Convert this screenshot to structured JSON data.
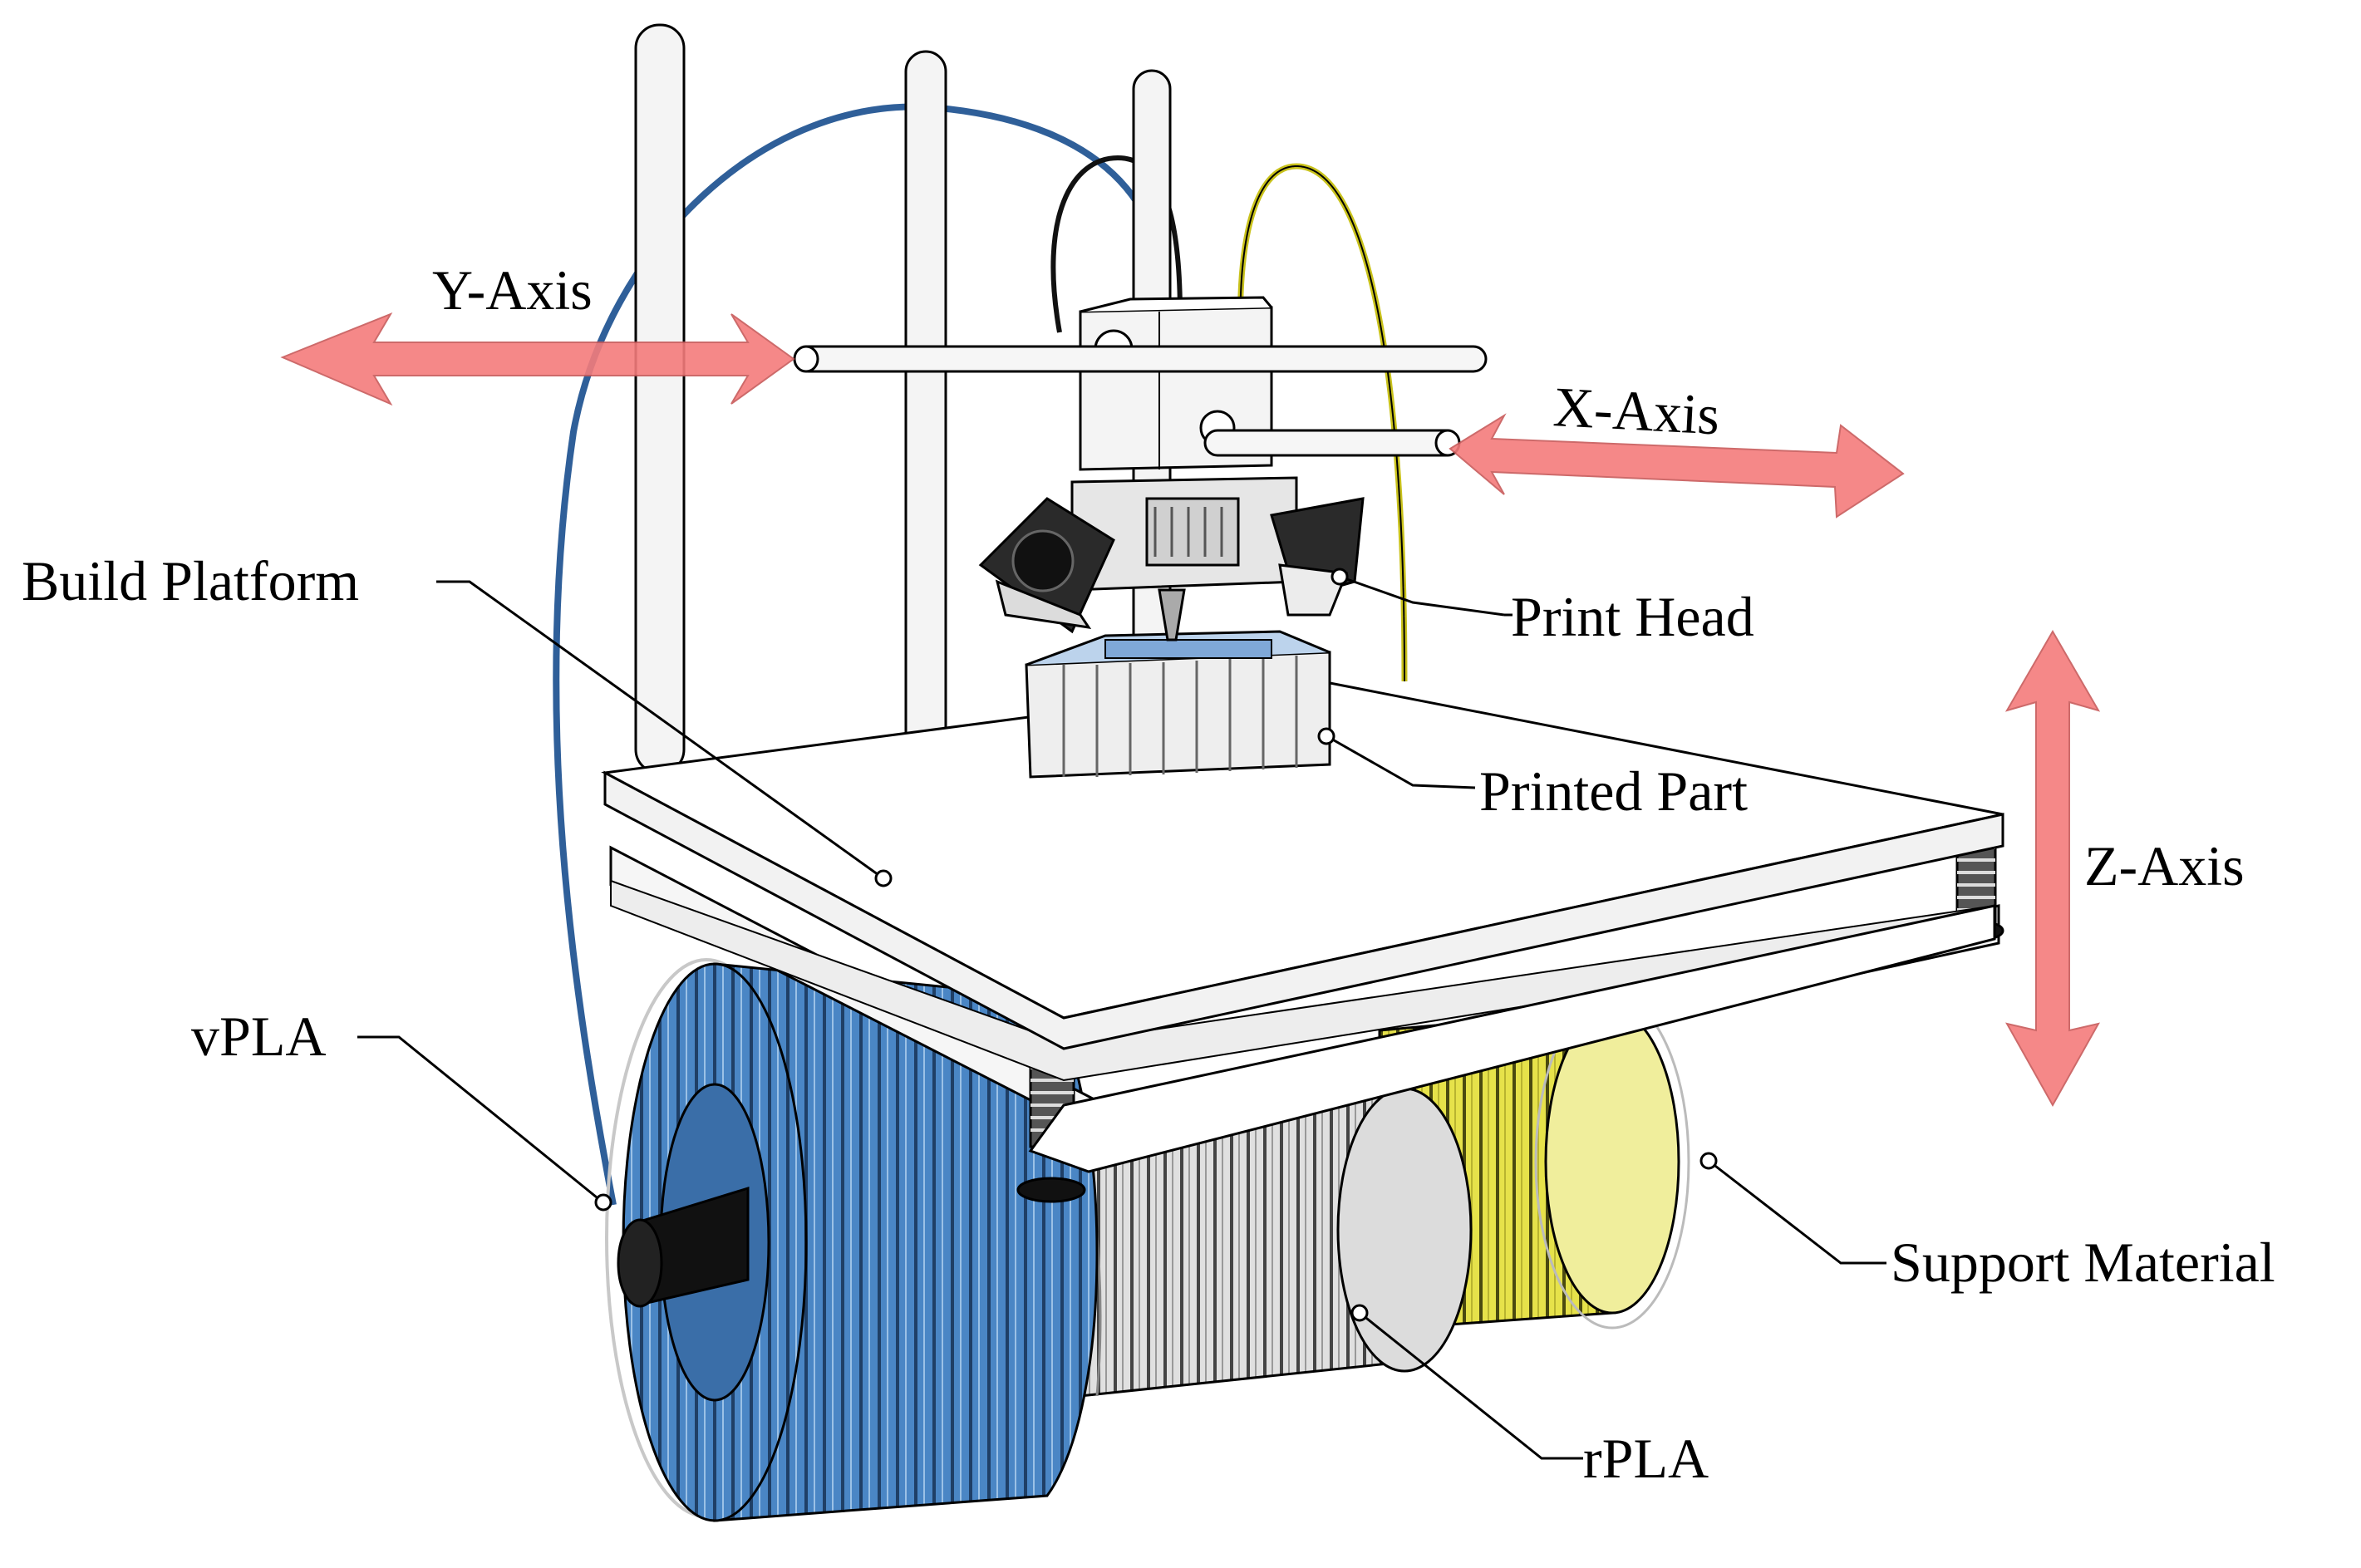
{
  "labels": {
    "y_axis": "Y-Axis",
    "x_axis": "X-Axis",
    "z_axis": "Z-Axis",
    "build_platform": "Build Platform",
    "print_head": "Print Head",
    "printed_part": "Printed Part",
    "vpla": "vPLA",
    "support_material": "Support Material",
    "rpla": "rPLA"
  },
  "colors": {
    "axis_arrow": "#f47c7c",
    "vpla_spool": "#4a86c5",
    "rpla_spool": "#d9d9d9",
    "support_spool": "#e6e24a",
    "outline": "#000000",
    "frame": "#f4f4f4"
  }
}
